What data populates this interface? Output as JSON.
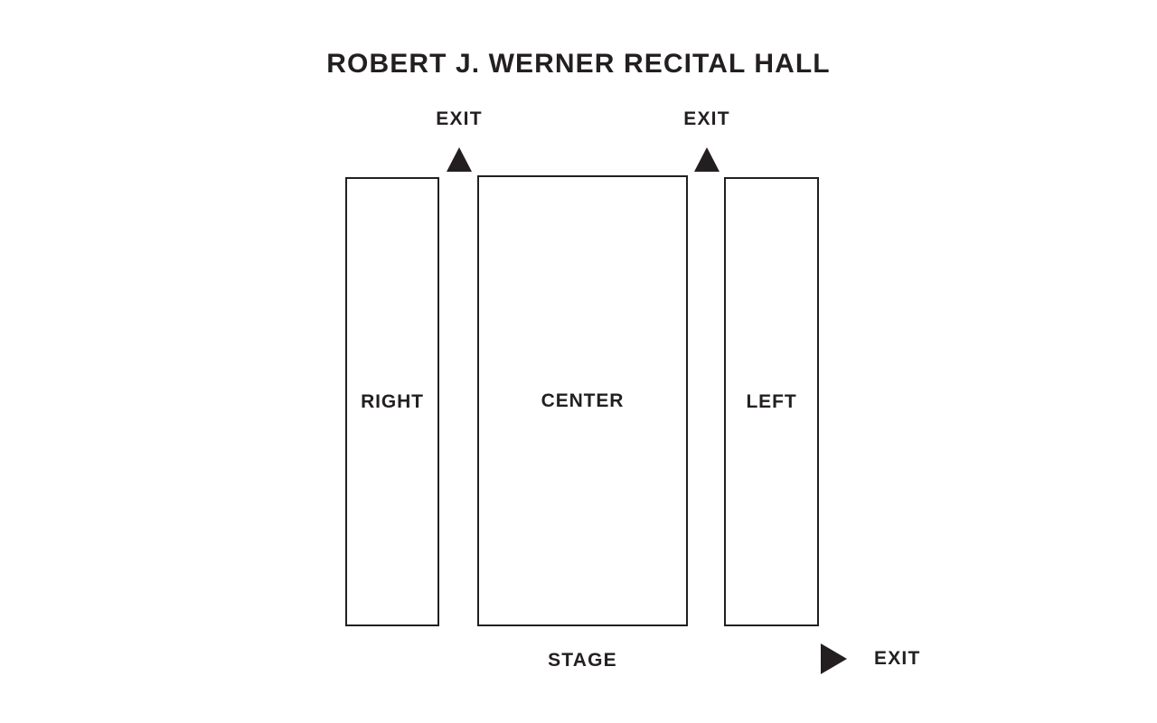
{
  "venue": {
    "title": "ROBERT J. WERNER RECITAL HALL"
  },
  "colors": {
    "ink": "#231f20",
    "background": "#ffffff"
  },
  "sections": [
    {
      "id": "right",
      "label": "RIGHT"
    },
    {
      "id": "center",
      "label": "CENTER"
    },
    {
      "id": "left",
      "label": "LEFT"
    }
  ],
  "exits": [
    {
      "id": "exit-top-left",
      "label": "EXIT",
      "arrow": "triangle-up"
    },
    {
      "id": "exit-top-right",
      "label": "EXIT",
      "arrow": "triangle-up"
    },
    {
      "id": "exit-bottom-right",
      "label": "EXIT",
      "arrow": "triangle-right"
    }
  ],
  "stage": {
    "label": "STAGE"
  }
}
